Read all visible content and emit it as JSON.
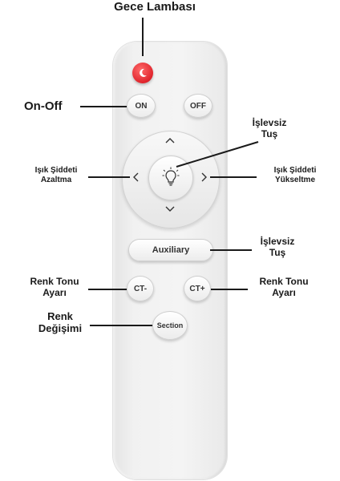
{
  "labels": {
    "night_lamp": "Gece Lambası",
    "on_off": "On-Off",
    "nonfunctional_1_line1": "İşlevsiz",
    "nonfunctional_1_line2": "Tuş",
    "brightness_down_line1": "Işık Şiddeti",
    "brightness_down_line2": "Azaltma",
    "brightness_up_line1": "Işık Şiddeti",
    "brightness_up_line2": "Yükseltme",
    "nonfunctional_2_line1": "İşlevsiz",
    "nonfunctional_2_line2": "Tuş",
    "tone_left_line1": "Renk Tonu",
    "tone_left_line2": "Ayarı",
    "tone_right_line1": "Renk Tonu",
    "tone_right_line2": "Ayarı",
    "color_change_line1": "Renk",
    "color_change_line2": "Değişimi"
  },
  "buttons": {
    "on": "ON",
    "off": "OFF",
    "auxiliary": "Auxiliary",
    "ct_minus": "CT-",
    "ct_plus": "CT+",
    "section": "Section"
  },
  "icons": {
    "night": "moon-icon",
    "center": "lightbulb-icon",
    "up": "chevron-up-icon",
    "down": "chevron-down-icon",
    "left": "chevron-left-icon",
    "right": "chevron-right-icon"
  },
  "colors": {
    "night_button": "#e0242c",
    "remote_body": "#f1f1f1",
    "label_text": "#1a1a1a"
  }
}
